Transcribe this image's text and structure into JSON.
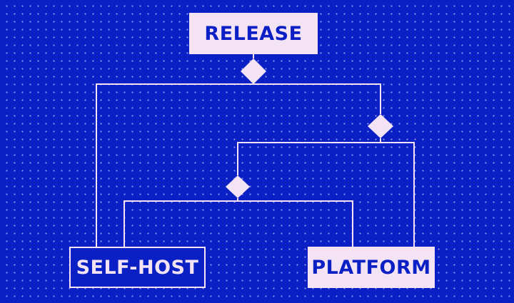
{
  "diagram": {
    "colors": {
      "background": "#0a1fc4",
      "foreground": "#f3e3f5"
    },
    "nodes": {
      "release": "RELEASE",
      "self_host": "SELF-HOST",
      "platform": "PLATFORM"
    },
    "decisions": 3
  }
}
